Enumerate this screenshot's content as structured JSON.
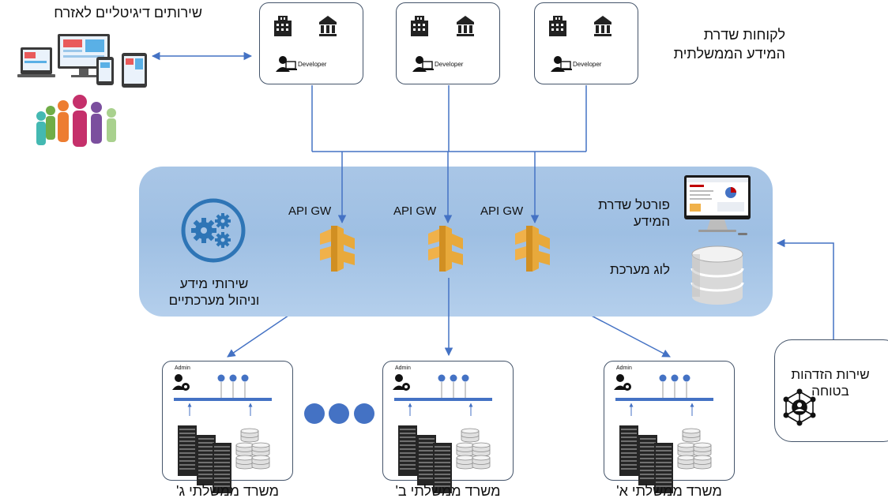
{
  "citizens_label": "שירותים דיגיטליים לאזרח",
  "clients_label": [
    "לקוחות שדרת",
    "המידע הממשלתית"
  ],
  "developer_label": "Developer",
  "api_gw_label": "API GW",
  "services_label": [
    "שירותי מידע",
    "וניהול מערכתיים"
  ],
  "portal_label": [
    "פורטל שדרת",
    "המידע"
  ],
  "log_label": "לוג מערכת",
  "auth_label": [
    "שירות הזדהות",
    "בטוחה"
  ],
  "admin_label": "Admin",
  "ministries": [
    "משרד ממשלתי א'",
    "משרד ממשלתי ב'",
    "משרד ממשלתי ג'"
  ],
  "colors": {
    "band": "#a9c6e6",
    "arrow": "#4472c4",
    "api_gateway": "#e8a93b",
    "gear_badge": "#2e75b6",
    "dots": "#4472c4"
  },
  "icons": [
    "devices-icon",
    "people-icon",
    "building-icon",
    "bank-icon",
    "developer-icon",
    "gear-icon",
    "api-gateway-icon",
    "monitor-icon",
    "database-icon",
    "admin-icon",
    "server-rack-icon",
    "db-stack-icon",
    "network-person-icon"
  ]
}
